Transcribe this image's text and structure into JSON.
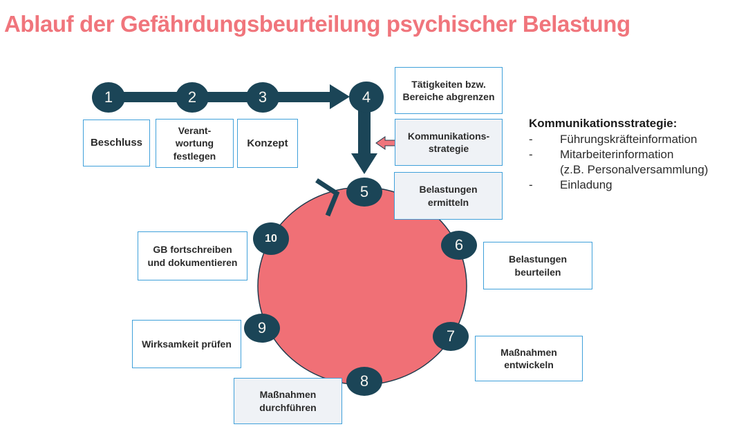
{
  "title": "Ablauf der Gefährdungsbeurteilung psychischer Belastung",
  "phase_steps": [
    {
      "num": "1",
      "label": "Beschluss"
    },
    {
      "num": "2",
      "label": "Verant-\nwortung\nfestlegen"
    },
    {
      "num": "3",
      "label": "Konzept"
    },
    {
      "num": "4",
      "label": "Tätigkeiten bzw.\nBereiche abgrenzen"
    }
  ],
  "communication_step": {
    "label": "Kommunikations-\nstrategie"
  },
  "cycle_steps": [
    {
      "num": "5",
      "label": "Belastungen\nermitteln"
    },
    {
      "num": "6",
      "label": "Belastungen\nbeurteilen"
    },
    {
      "num": "7",
      "label": "Maßnahmen\nentwickeln"
    },
    {
      "num": "8",
      "label": "Maßnahmen\ndurchführen"
    },
    {
      "num": "9",
      "label": "Wirksamkeit prüfen"
    },
    {
      "num": "10",
      "label": "GB fortschreiben\nund dokumentieren"
    }
  ],
  "legend": {
    "heading": "Kommunikationsstrategie:",
    "bullet": "-",
    "items": [
      "Führungskräfteinformation",
      "Mitarbeiterinformation\n(z.B. Personalversammlung)",
      "Einladung"
    ]
  },
  "colors": {
    "title": "#F0757C",
    "navy": "#1B4557",
    "cycle_fill": "#F07076",
    "cycle_stroke": "#1F3B4D",
    "box_border": "#3FA0DA",
    "box_bg_tint": "#EFF2F6",
    "text": "#2B2B2B"
  }
}
